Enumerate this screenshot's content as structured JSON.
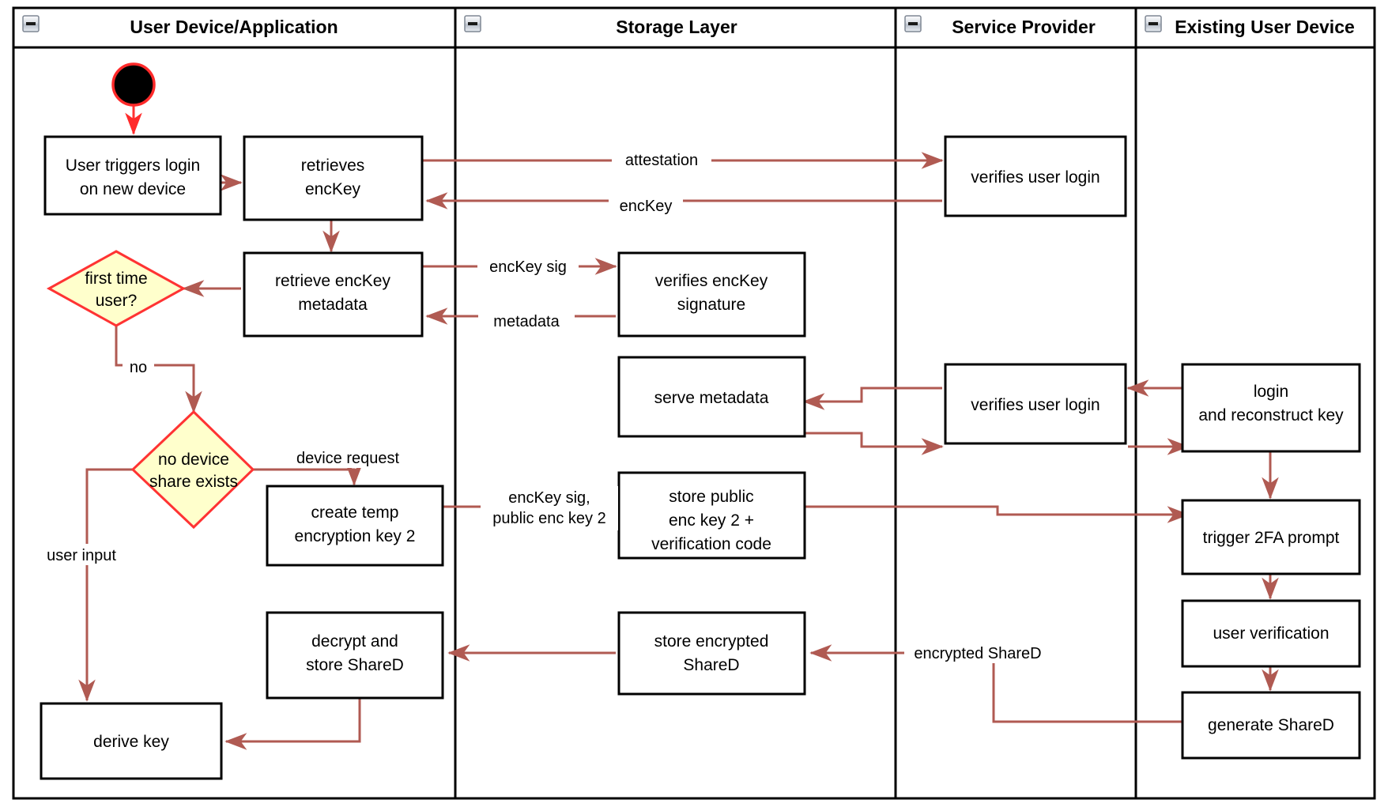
{
  "diagram": {
    "title": "Key recovery on new device swimlane activity diagram",
    "type": "uml-activity-swimlane",
    "colors": {
      "decision_fill": "#ffffcc",
      "decision_stroke": "#ff3333",
      "flow_stroke": "#b05a52",
      "start_stroke": "#ff2a2a",
      "node_stroke": "#000000",
      "node_fill": "#ffffff",
      "background": "#ffffff"
    },
    "lanes": [
      {
        "id": "lane-user-device",
        "label": "User Device/Application",
        "collapse_icon": "collapse-minus-icon"
      },
      {
        "id": "lane-storage",
        "label": "Storage Layer",
        "collapse_icon": "collapse-minus-icon"
      },
      {
        "id": "lane-service-provider",
        "label": "Service Provider",
        "collapse_icon": "collapse-minus-icon"
      },
      {
        "id": "lane-existing-device",
        "label": "Existing User Device",
        "collapse_icon": "collapse-minus-icon"
      }
    ],
    "start_node": {
      "id": "start",
      "name": "start-node",
      "shape": "filled-circle"
    },
    "nodes": [
      {
        "id": "n-user-triggers",
        "lane": "lane-user-device",
        "shape": "action",
        "lines": [
          "User triggers login",
          "on new device"
        ]
      },
      {
        "id": "n-retrieves-enckey",
        "lane": "lane-user-device",
        "shape": "action",
        "lines": [
          "retrieves",
          "encKey"
        ]
      },
      {
        "id": "n-first-time-user",
        "lane": "lane-user-device",
        "shape": "decision",
        "lines": [
          "first time",
          "user?"
        ]
      },
      {
        "id": "n-retrieve-metadata",
        "lane": "lane-user-device",
        "shape": "action",
        "lines": [
          "retrieve encKey",
          "metadata"
        ]
      },
      {
        "id": "n-no-device-share",
        "lane": "lane-user-device",
        "shape": "decision",
        "lines": [
          "no device",
          "share exists"
        ]
      },
      {
        "id": "n-create-temp-key",
        "lane": "lane-user-device",
        "shape": "action",
        "lines": [
          "create temp",
          "encryption key 2"
        ]
      },
      {
        "id": "n-decrypt-store",
        "lane": "lane-user-device",
        "shape": "action",
        "lines": [
          "decrypt and",
          "store ShareD"
        ]
      },
      {
        "id": "n-derive-key",
        "lane": "lane-user-device",
        "shape": "action",
        "lines": [
          "derive key"
        ]
      },
      {
        "id": "n-verifies-sig",
        "lane": "lane-storage",
        "shape": "action",
        "lines": [
          "verifies encKey",
          "signature"
        ]
      },
      {
        "id": "n-serve-metadata",
        "lane": "lane-storage",
        "shape": "action",
        "lines": [
          "serve metadata"
        ]
      },
      {
        "id": "n-store-public",
        "lane": "lane-storage",
        "shape": "action",
        "lines": [
          "store public",
          "enc key 2 +",
          "verification code"
        ]
      },
      {
        "id": "n-store-encrypted",
        "lane": "lane-storage",
        "shape": "action",
        "lines": [
          "store encrypted",
          "ShareD"
        ]
      },
      {
        "id": "n-verifies-login-1",
        "lane": "lane-service-provider",
        "shape": "action",
        "lines": [
          "verifies user login"
        ]
      },
      {
        "id": "n-verifies-login-2",
        "lane": "lane-service-provider",
        "shape": "action",
        "lines": [
          "verifies user login"
        ]
      },
      {
        "id": "n-login-reconstruct",
        "lane": "lane-existing-device",
        "shape": "action",
        "lines": [
          "login",
          "and reconstruct key"
        ]
      },
      {
        "id": "n-trigger-2fa",
        "lane": "lane-existing-device",
        "shape": "action",
        "lines": [
          "trigger 2FA prompt"
        ]
      },
      {
        "id": "n-user-verification",
        "lane": "lane-existing-device",
        "shape": "action",
        "lines": [
          "user verification"
        ]
      },
      {
        "id": "n-generate-shared",
        "lane": "lane-existing-device",
        "shape": "action",
        "lines": [
          "generate ShareD"
        ]
      }
    ],
    "edge_labels": [
      {
        "id": "e-attestation",
        "text": "attestation"
      },
      {
        "id": "e-enckey",
        "text": "encKey"
      },
      {
        "id": "e-enckey-sig",
        "text": "encKey sig"
      },
      {
        "id": "e-metadata",
        "text": "metadata"
      },
      {
        "id": "e-no",
        "text": "no"
      },
      {
        "id": "e-device-request",
        "text": "device request"
      },
      {
        "id": "e-enckey-sig-pub-1",
        "text": "encKey sig,"
      },
      {
        "id": "e-enckey-sig-pub-2",
        "text": "public enc key 2"
      },
      {
        "id": "e-user-input",
        "text": "user input"
      },
      {
        "id": "e-encrypted-shared",
        "text": "encrypted ShareD"
      }
    ]
  }
}
